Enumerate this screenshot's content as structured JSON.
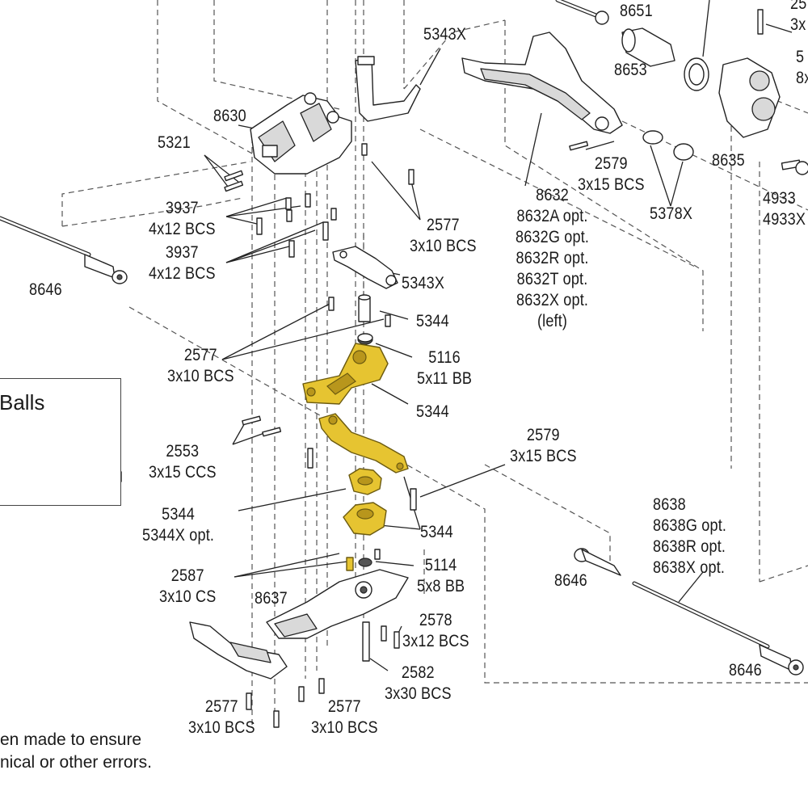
{
  "diagram": {
    "inset": {
      "title": "Balls"
    },
    "notes": [
      {
        "id": "note-line-1",
        "text": "en made to ensure"
      },
      {
        "id": "note-line-2",
        "text": "nical or other errors."
      }
    ],
    "labels": [
      {
        "id": "label-2579-top-right",
        "lines": [
          "25",
          "3x"
        ]
      },
      {
        "id": "label-8651",
        "lines": [
          "8651"
        ]
      },
      {
        "id": "label-5343x-top",
        "lines": [
          "5343X"
        ]
      },
      {
        "id": "label-8653",
        "lines": [
          "8653"
        ]
      },
      {
        "id": "label-right-edge-5",
        "lines": [
          "5",
          "8x"
        ]
      },
      {
        "id": "label-8630",
        "lines": [
          "8630"
        ]
      },
      {
        "id": "label-5321",
        "lines": [
          "5321"
        ]
      },
      {
        "id": "label-2579-arm",
        "lines": [
          "2579",
          "3x15 BCS"
        ]
      },
      {
        "id": "label-8635",
        "lines": [
          "8635"
        ]
      },
      {
        "id": "label-3937-a",
        "lines": [
          "3937",
          "4x12 BCS"
        ]
      },
      {
        "id": "label-8632",
        "lines": [
          "8632",
          "8632A opt.",
          "8632G opt.",
          "8632R opt.",
          "8632T opt.",
          "8632X opt.",
          "(left)"
        ]
      },
      {
        "id": "label-5378x",
        "lines": [
          "5378X"
        ]
      },
      {
        "id": "label-4933",
        "lines": [
          "4933",
          "4933X"
        ]
      },
      {
        "id": "label-2577-top",
        "lines": [
          "2577",
          "3x10 BCS"
        ]
      },
      {
        "id": "label-3937-b",
        "lines": [
          "3937",
          "4x12 BCS"
        ]
      },
      {
        "id": "label-5343x-mid",
        "lines": [
          "5343X"
        ]
      },
      {
        "id": "label-8646-left",
        "lines": [
          "8646"
        ]
      },
      {
        "id": "label-5344-a",
        "lines": [
          "5344"
        ]
      },
      {
        "id": "label-2577-left",
        "lines": [
          "2577",
          "3x10 BCS"
        ]
      },
      {
        "id": "label-5116",
        "lines": [
          "5116",
          "5x11 BB"
        ]
      },
      {
        "id": "label-5344-b",
        "lines": [
          "5344"
        ]
      },
      {
        "id": "label-2553",
        "lines": [
          "2553",
          "3x15 CCS"
        ]
      },
      {
        "id": "label-2579-mid",
        "lines": [
          "2579",
          "3x15 BCS"
        ]
      },
      {
        "id": "label-8638",
        "lines": [
          "8638",
          "8638G opt.",
          "8638R opt.",
          "8638X opt."
        ]
      },
      {
        "id": "label-5344-c",
        "lines": [
          "5344",
          "5344X opt."
        ]
      },
      {
        "id": "label-5344-d",
        "lines": [
          "5344"
        ]
      },
      {
        "id": "label-8646-right-upper",
        "lines": [
          "8646"
        ]
      },
      {
        "id": "label-2587",
        "lines": [
          "2587",
          "3x10 CS"
        ]
      },
      {
        "id": "label-5114",
        "lines": [
          "5114",
          "5x8 BB"
        ]
      },
      {
        "id": "label-8637",
        "lines": [
          "8637"
        ]
      },
      {
        "id": "label-2578",
        "lines": [
          "2578",
          "3x12 BCS"
        ]
      },
      {
        "id": "label-2582",
        "lines": [
          "2582",
          "3x30 BCS"
        ]
      },
      {
        "id": "label-8646-right-lower",
        "lines": [
          "8646"
        ]
      },
      {
        "id": "label-2577-bottom-left",
        "lines": [
          "2577",
          "3x10 BCS"
        ]
      },
      {
        "id": "label-2577-bottom-mid",
        "lines": [
          "2577",
          "3x10 BCS"
        ]
      }
    ]
  },
  "colors": {
    "highlight": "#e6c431",
    "line": "#222222",
    "background": "#ffffff"
  }
}
